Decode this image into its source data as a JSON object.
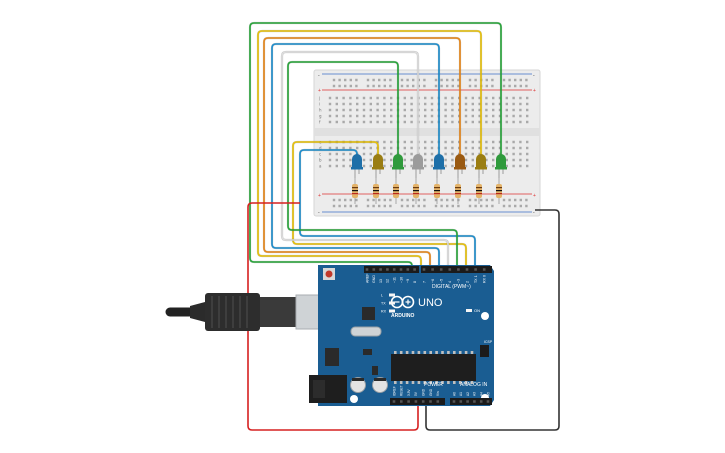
{
  "board": {
    "brand_name": "ARDUINO",
    "model_name": "UNO",
    "digital_header_label": "DIGITAL (PWM~)",
    "power_header_label": "POWER",
    "analog_header_label": "ANALOG IN",
    "on_label": "ON",
    "icsp_label": "ICSP",
    "led_labels": [
      "L",
      "TX",
      "RX"
    ],
    "digital_pins": [
      "AREF",
      "GND",
      "13",
      "12",
      "~11",
      "~10",
      "~9",
      "8",
      "7",
      "~6",
      "~5",
      "4",
      "~3",
      "2",
      "TX 1",
      "RX 0"
    ],
    "power_pins": [
      "IOREF",
      "RESET",
      "3.3V",
      "5V",
      "GND",
      "GND",
      "Vin"
    ],
    "analog_pins": [
      "A0",
      "A1",
      "A2",
      "A3",
      "A4",
      "A5"
    ]
  },
  "breadboard": {
    "row_letters_top": [
      "j",
      "i",
      "h",
      "g",
      "f"
    ],
    "row_letters_bottom": [
      "e",
      "d",
      "c",
      "b",
      "a"
    ],
    "rail_plus": "+",
    "rail_minus": "-"
  },
  "leds": [
    {
      "color": "#1e6fa8"
    },
    {
      "color": "#9a7d12"
    },
    {
      "color": "#2f9a3c"
    },
    {
      "color": "#9b9b9b"
    },
    {
      "color": "#1e6fa8"
    },
    {
      "color": "#9a5a12"
    },
    {
      "color": "#9a7d12"
    },
    {
      "color": "#2f9a3c"
    }
  ],
  "wire_colors": [
    "#1f8fce",
    "#e8c20a",
    "#2aa73c",
    "#dddddd",
    "#1f8fce",
    "#e8881a",
    "#e8c20a",
    "#2aa73c"
  ],
  "colors": {
    "board": "#1a5d92",
    "board_dark": "#164e7a",
    "breadboard": "#ececec",
    "rail_red": "#d33",
    "rail_blue": "#3b6fc7",
    "power_wire": "#d62020",
    "ground_wire": "#333333"
  }
}
